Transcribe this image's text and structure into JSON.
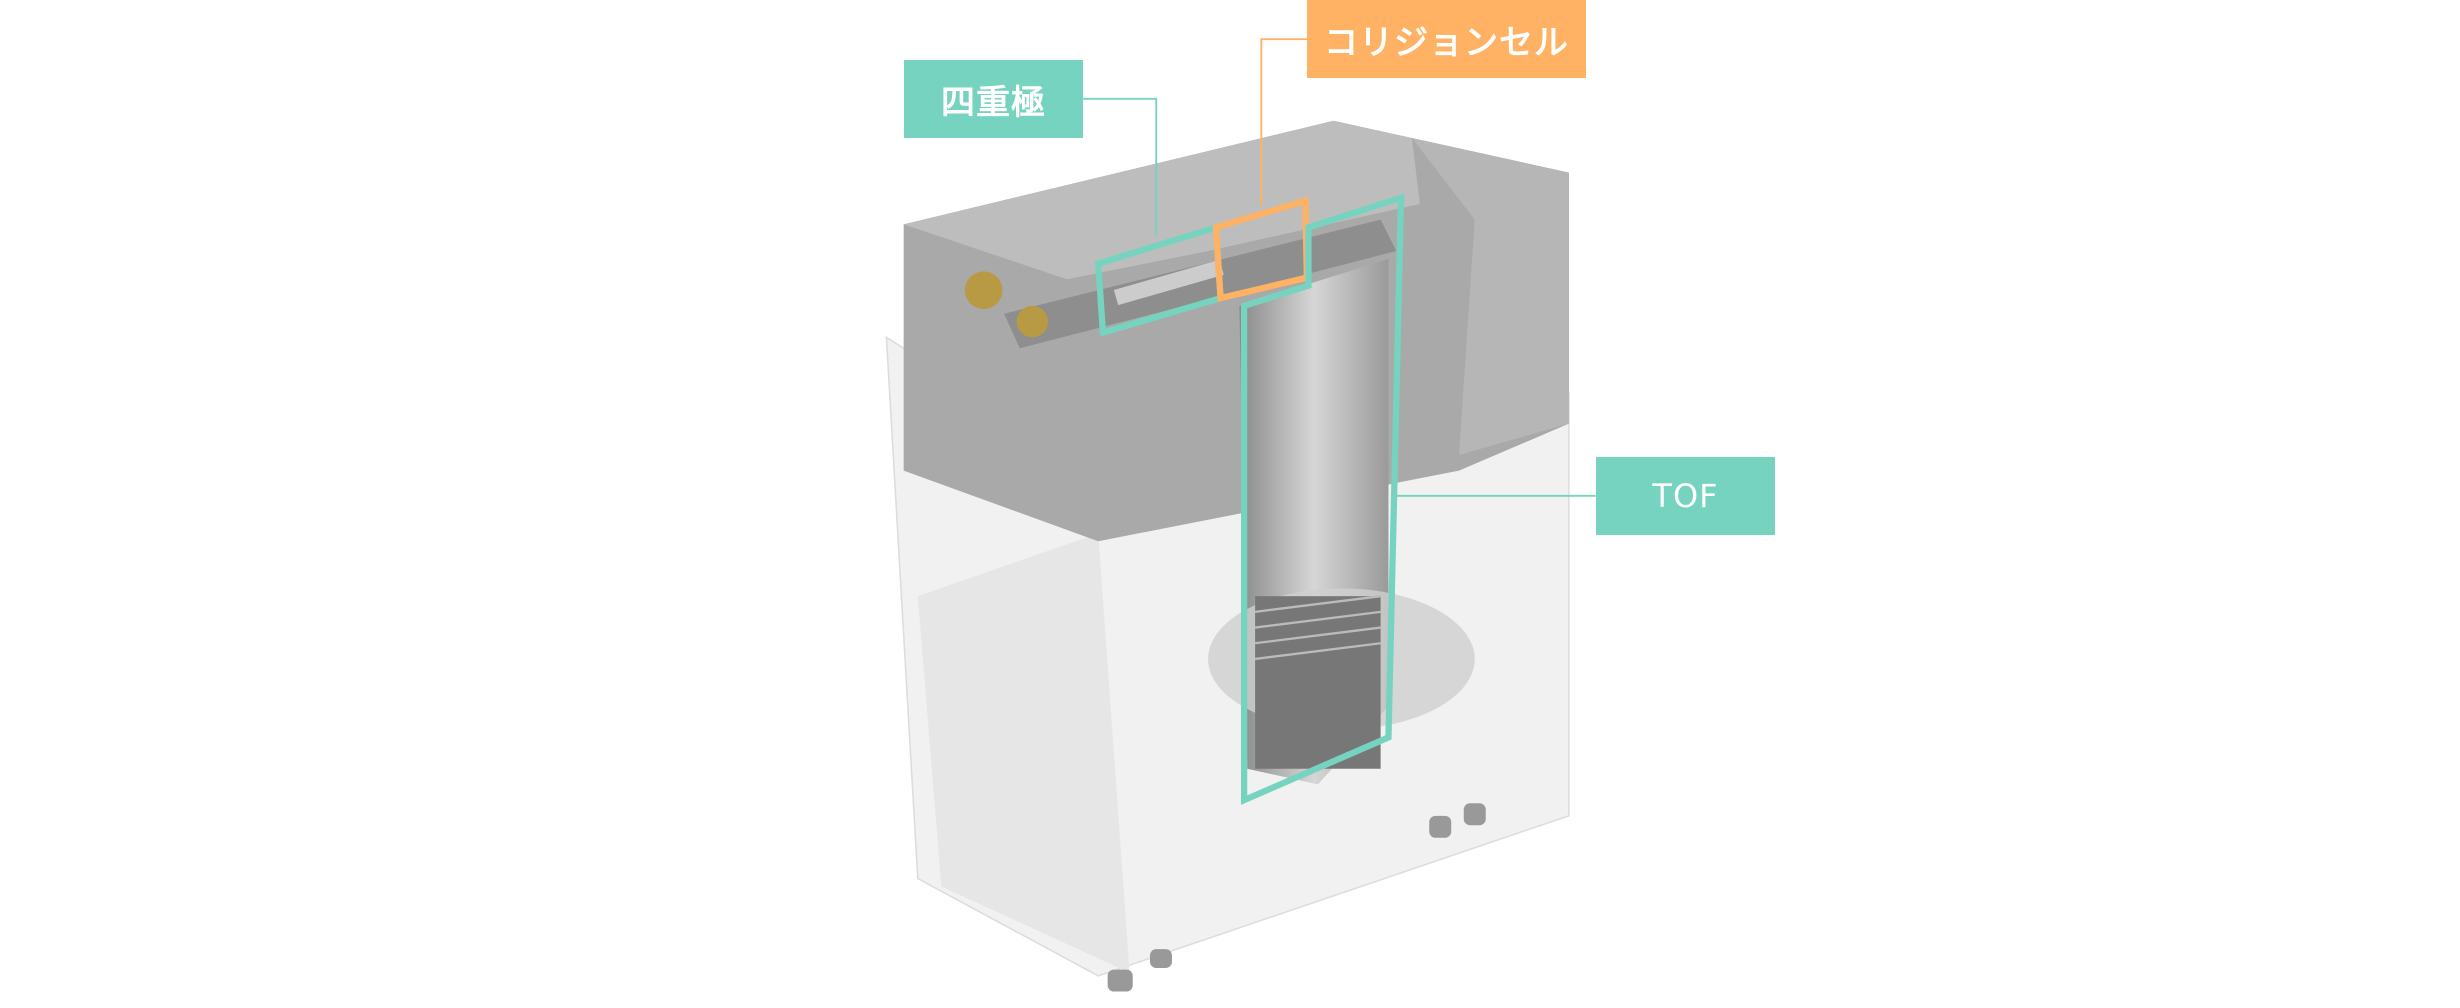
{
  "labels": {
    "quadrupole": "四重極",
    "collision_cell": "コリジョンセル",
    "tof": "TOF"
  },
  "colors": {
    "teal": "#76d3c0",
    "orange": "#ffb263"
  }
}
